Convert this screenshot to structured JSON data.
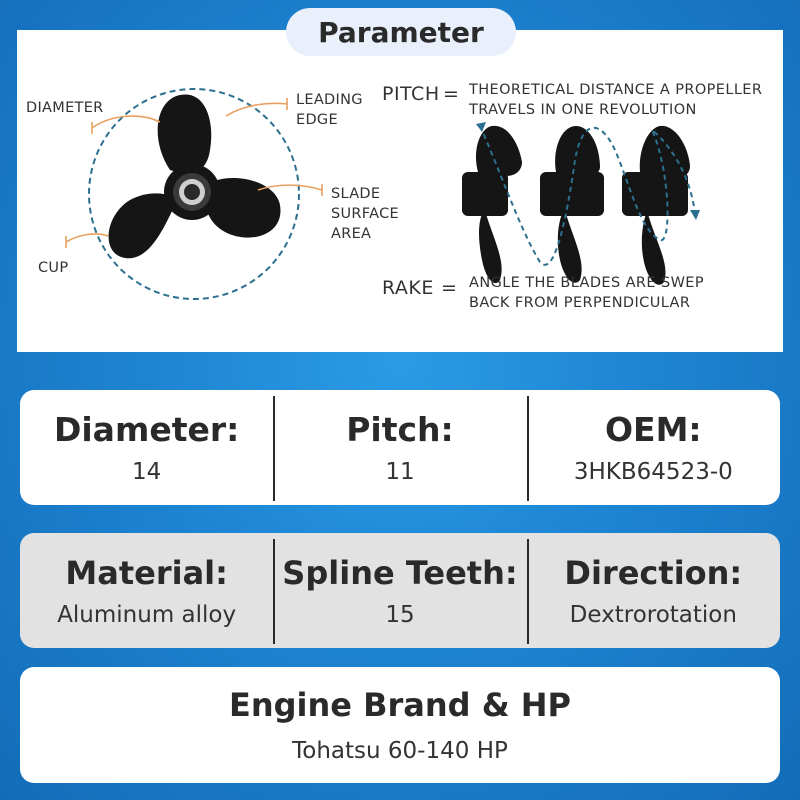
{
  "title": "Parameter",
  "diagram": {
    "labels": {
      "diameter": "DIAMETER",
      "leading_edge_1": "LEADING",
      "leading_edge_2": "EDGE",
      "slade_1": "SLADE",
      "slade_2": "SURFACE",
      "slade_3": "AREA",
      "cup": "CUP"
    },
    "pitch": {
      "term": "PITCH",
      "eq": "=",
      "line1": "THEORETICAL DISTANCE A PROPELLER",
      "line2": "TRAVELS IN ONE REVOLUTION"
    },
    "rake": {
      "term": "RAKE",
      "eq": "=",
      "line1": "ANGLE THE BLADES ARE SWEP",
      "line2": "BACK FROM PERPENDICULAR"
    },
    "colors": {
      "dashed_circle": "#2c6f8f",
      "leader_lines": "#e8a060",
      "propeller": "#151515"
    }
  },
  "specs": {
    "diameter": {
      "label": "Diameter:",
      "value": "14"
    },
    "pitch": {
      "label": "Pitch:",
      "value": "11"
    },
    "oem": {
      "label": "OEM:",
      "value": "3HKB64523-0"
    },
    "material": {
      "label": "Material:",
      "value": "Aluminum alloy"
    },
    "spline": {
      "label": "Spline Teeth:",
      "value": "15"
    },
    "direction": {
      "label": "Direction:",
      "value": "Dextrorotation"
    },
    "engine": {
      "label": "Engine Brand & HP",
      "value": "Tohatsu 60-140 HP"
    }
  }
}
